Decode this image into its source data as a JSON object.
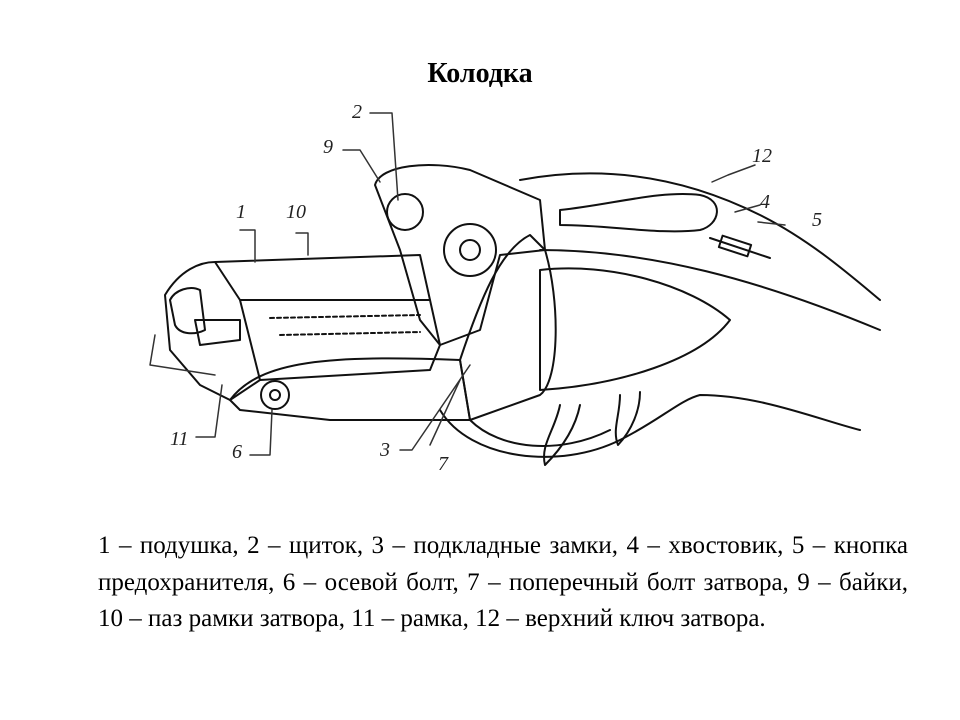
{
  "slide": {
    "title": "Колодка",
    "caption": "1 – подушка, 2 – щиток, 3 – подкладные замки, 4 – хвостовик, 5 – кнопка предохранителя, 6 – осевой болт, 7 – поперечный болт затвора, 9 – байки, 10 – паз рамки затвора, 11 – рамка, 12 – верхний ключ затвора."
  },
  "diagram": {
    "callouts": [
      "1",
      "2",
      "3",
      "4",
      "5",
      "6",
      "7",
      "9",
      "10",
      "11",
      "12"
    ]
  }
}
